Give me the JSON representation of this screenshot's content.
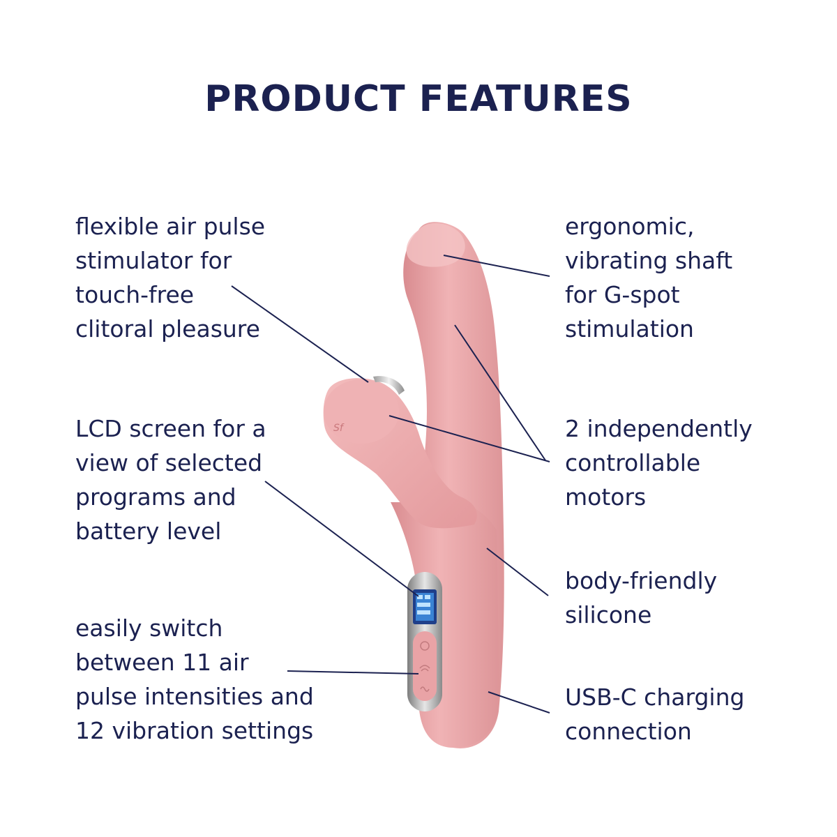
{
  "title": "PRODUCT FEATURES",
  "features": {
    "air_pulse": [
      "flexible air pulse",
      "stimulator for",
      "touch-free",
      "clitoral pleasure"
    ],
    "lcd": [
      "LCD screen for a",
      "view of selected",
      "programs and",
      "battery level"
    ],
    "switch": [
      "easily switch",
      "between 11 air",
      "pulse intensities and",
      "12 vibration settings"
    ],
    "shaft": [
      "ergonomic,",
      "vibrating shaft",
      "for G-spot",
      "stimulation"
    ],
    "motors": [
      "2 independently",
      "controllable",
      "motors"
    ],
    "silicone": [
      "body-friendly",
      "silicone"
    ],
    "usb": [
      "USB-C charging",
      "connection"
    ]
  },
  "colors": {
    "text": "#1b2150",
    "product": "#e9a3a6",
    "product_shadow": "#d98c90",
    "lcd": "#3f8fe0"
  },
  "icons": [
    "satisfyer-logo-icon",
    "air-pulse-button-icon",
    "vibration-button-icon",
    "mode-button-icon"
  ]
}
